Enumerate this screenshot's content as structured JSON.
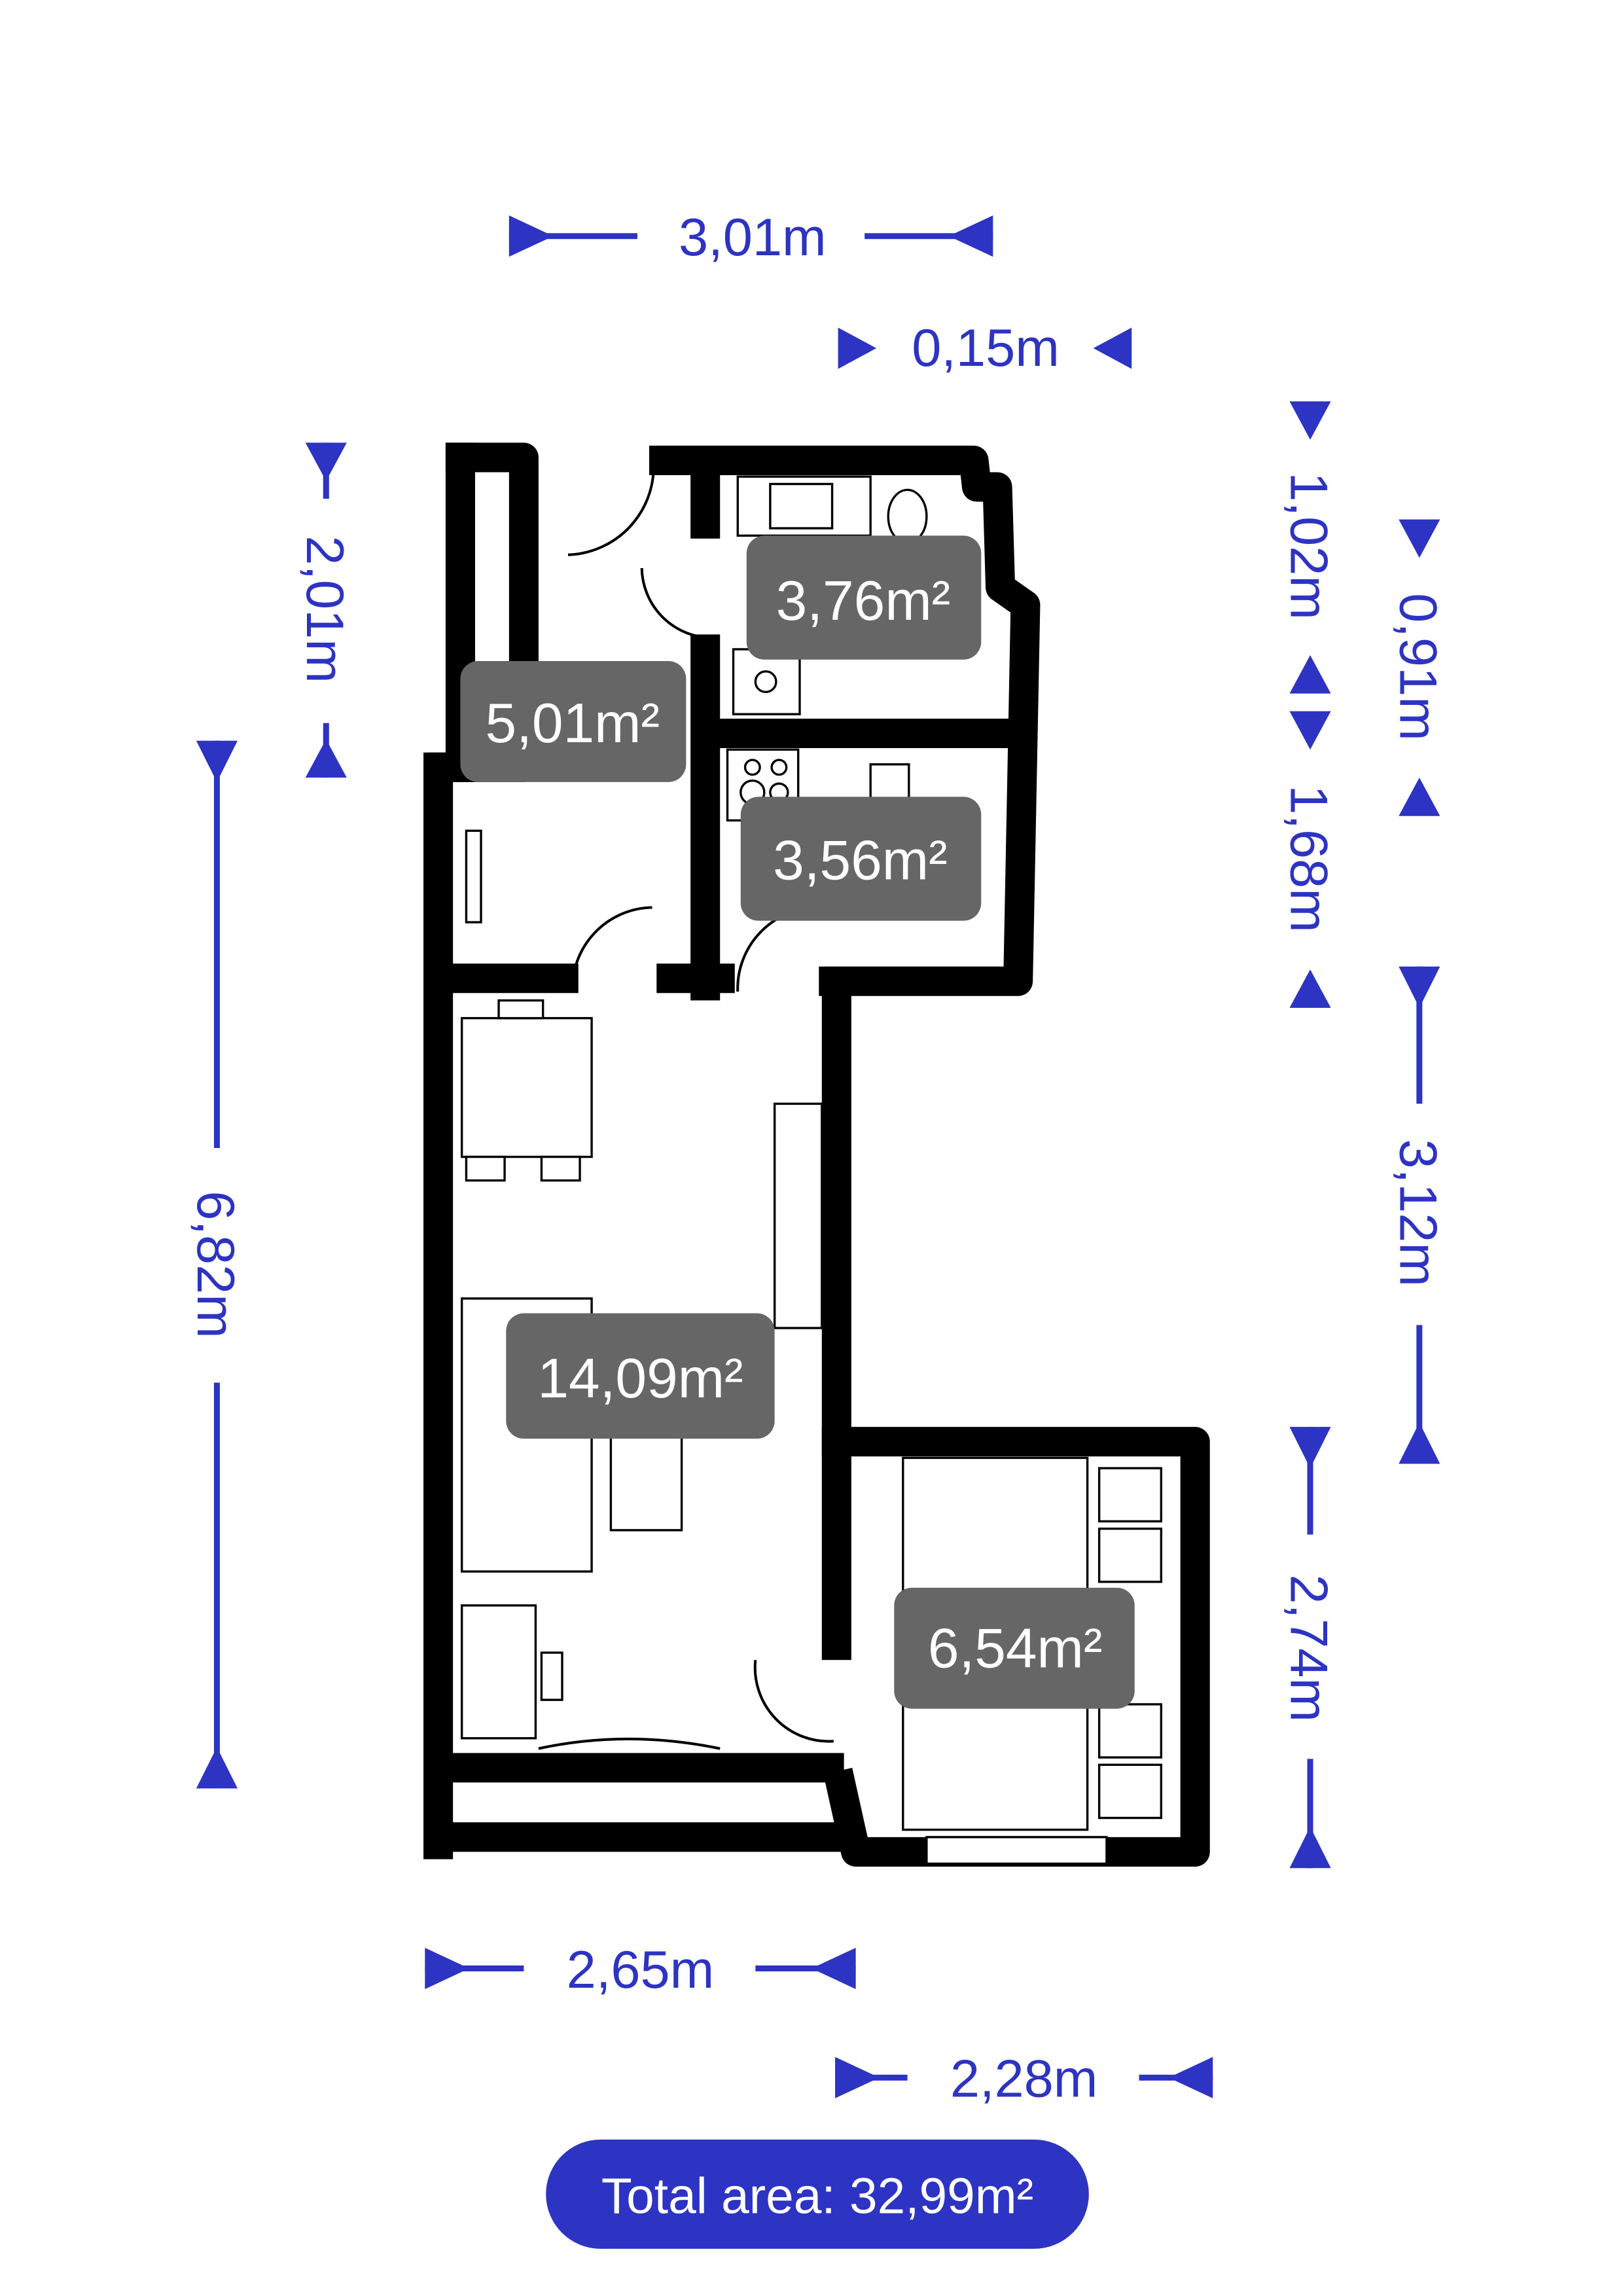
{
  "dimensions": {
    "top_width": "3,01m",
    "top_offset": "0,15m",
    "left_hall_height": "2,01m",
    "left_total_height": "6,82m",
    "right_bath_height": "1,02m",
    "right_kitchen_height": "1,68m",
    "right_upper_height": "0,91m",
    "right_middle_height": "3,12m",
    "right_bedroom_height": "2,74m",
    "bottom_living_width": "2,65m",
    "bottom_bedroom_width": "2,28m"
  },
  "rooms": [
    {
      "area": "5,01m²"
    },
    {
      "area": "3,76m²"
    },
    {
      "area": "3,56m²"
    },
    {
      "area": "14,09m²"
    },
    {
      "area": "6,54m²"
    }
  ],
  "total_area": "Total area: 32,99m²",
  "colors": {
    "accent": "#2d33c2",
    "room_label": "#666666",
    "wall": "#000000"
  }
}
